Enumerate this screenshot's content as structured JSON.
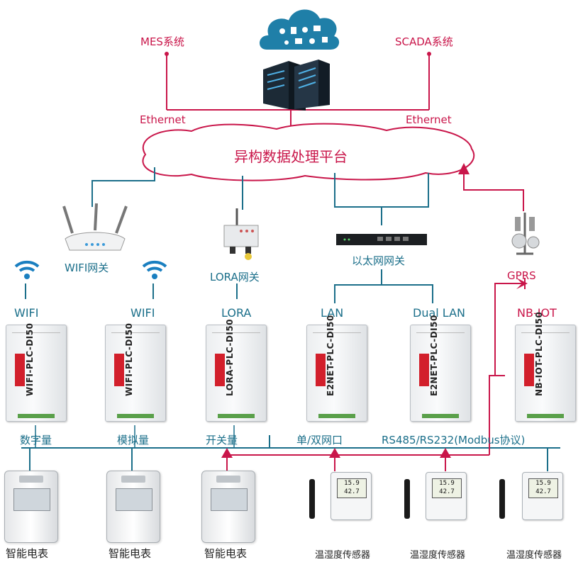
{
  "top": {
    "mes": "MES系统",
    "scada": "SCADA系统",
    "eth_left": "Ethernet",
    "eth_right": "Ethernet",
    "platform": "异构数据处理平台"
  },
  "gateways": {
    "wifi_gw": "WIFI网关",
    "lora_gw": "LORA网关",
    "eth_gw": "以太网网关",
    "gprs": "GPRS"
  },
  "links": [
    "WIFI",
    "WIFI",
    "LORA",
    "LAN",
    "Dual LAN",
    "NB-IOT"
  ],
  "devices": [
    {
      "name": "WIFI-PLC-DI50"
    },
    {
      "name": "WIFI-PLC-DI50"
    },
    {
      "name": "LORA-PLC-DI50"
    },
    {
      "name": "E2NET-PLC-DI50"
    },
    {
      "name": "E2NET-PLC-DI50"
    },
    {
      "name": "NB-IOT-PLC-DI50"
    }
  ],
  "bus_labels": {
    "digital": "数字量",
    "analog": "模拟量",
    "switch": "开关量",
    "port": "单/双网口",
    "rs": "RS485/RS232(Modbus协议)"
  },
  "bottom": [
    "智能电表",
    "智能电表",
    "智能电表",
    "温湿度传感器",
    "温湿度传感器",
    "温湿度传感器"
  ],
  "sensor_readings": {
    "temp": "15.9",
    "hum": "42.7"
  },
  "colors": {
    "red": "#c9164a",
    "blue": "#1b6f8a"
  }
}
